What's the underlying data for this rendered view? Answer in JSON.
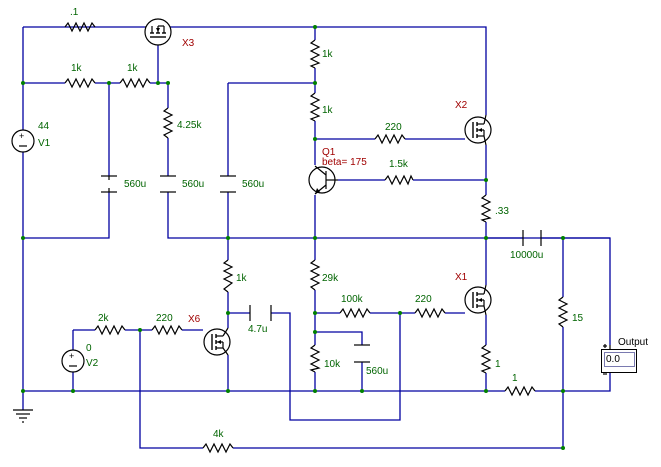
{
  "resistors": {
    "r_01": ".1",
    "r_1k_a": "1k",
    "r_1k_b": "1k",
    "r_4k25": "4.25k",
    "r_1k_top": "1k",
    "r_1k_mid": "1k",
    "r_220_top": "220",
    "r_1k5": "1.5k",
    "r_033": ".33",
    "r_1k_x6": "1k",
    "r_29k": "29k",
    "r_100k": "100k",
    "r_220_x1": "220",
    "r_2k": "2k",
    "r_220_x6": "220",
    "r_10k": "10k",
    "r_1_x1": "1",
    "r_1_bot": "1",
    "r_15": "15",
    "r_4k": "4k"
  },
  "capacitors": {
    "c_560u_a": "560u",
    "c_560u_b": "560u",
    "c_560u_c": "560u",
    "c_10000u": "10000u",
    "c_4u7": "4.7u",
    "c_560u_d": "560u"
  },
  "sources": {
    "v1_value": "44",
    "v1_name": "V1",
    "v2_value": "0",
    "v2_name": "V2"
  },
  "devices": {
    "x3": "X3",
    "x2": "X2",
    "x1": "X1",
    "x6": "X6",
    "q1": "Q1",
    "q1_beta": "beta= 175"
  },
  "output": {
    "label": "Output",
    "value": "0.0"
  }
}
